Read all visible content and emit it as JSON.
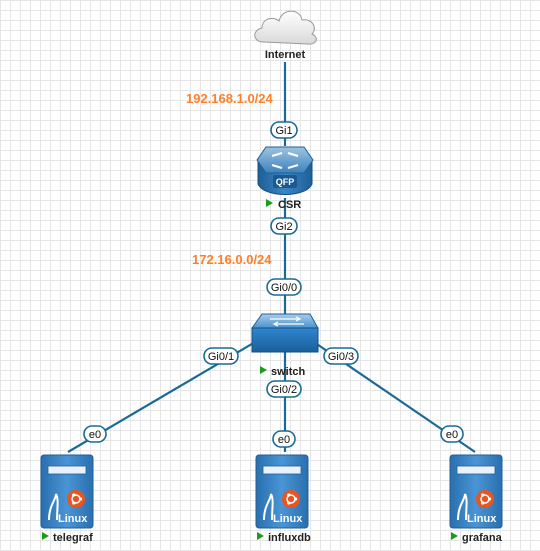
{
  "colors": {
    "link": "#1b6a96",
    "subnet_label": "#ff7f27",
    "status_running": "#1a9e1a",
    "switch_body": "#2b7fc2",
    "server_body": "#2f7dc1"
  },
  "nodes": {
    "internet": {
      "label": "Internet",
      "icon": "cloud-icon"
    },
    "csr": {
      "label": "CSR",
      "icon": "router-icon",
      "badge": "QFP"
    },
    "switch": {
      "label": "switch",
      "icon": "switch-icon"
    },
    "telegraf": {
      "label": "telegraf",
      "icon": "linux-server-icon",
      "os_text": "Linux"
    },
    "influxdb": {
      "label": "influxdb",
      "icon": "linux-server-icon",
      "os_text": "Linux"
    },
    "grafana": {
      "label": "grafana",
      "icon": "linux-server-icon",
      "os_text": "Linux"
    }
  },
  "subnets": {
    "wan": "192.168.1.0/24",
    "lan": "172.16.0.0/24"
  },
  "ports": {
    "csr_gi1": "Gi1",
    "csr_gi2": "Gi2",
    "switch_gi0_0": "Gi0/0",
    "switch_gi0_1": "Gi0/1",
    "switch_gi0_2": "Gi0/2",
    "switch_gi0_3": "Gi0/3",
    "telegraf_e0": "e0",
    "influxdb_e0": "e0",
    "grafana_e0": "e0"
  }
}
